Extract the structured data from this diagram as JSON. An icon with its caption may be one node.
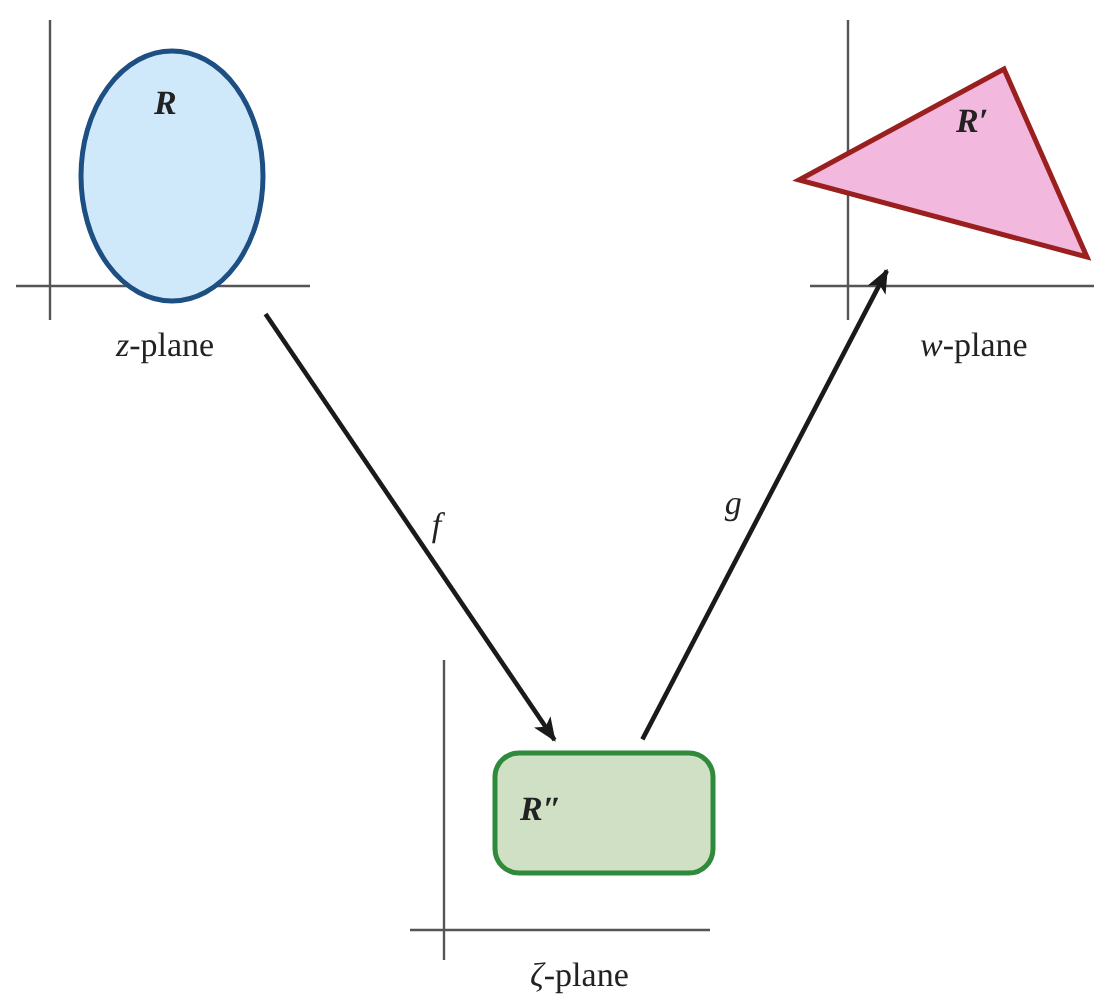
{
  "diagram": {
    "nodes": [
      {
        "text": [
          "R"
        ],
        "beside": [
          "*z*-plane"
        ]
      },
      {
        "text": [
          "R′"
        ],
        "beside": [
          "*w*-plane"
        ]
      },
      {
        "text": [
          "R″"
        ],
        "beside": [
          "*ζ*-plane"
        ]
      }
    ],
    "edges": [
      {
        "from": 0,
        "to": 2,
        "arrow": "to",
        "label": "f"
      },
      {
        "from": 2,
        "to": 1,
        "arrow": "to",
        "label": "g"
      }
    ]
  }
}
